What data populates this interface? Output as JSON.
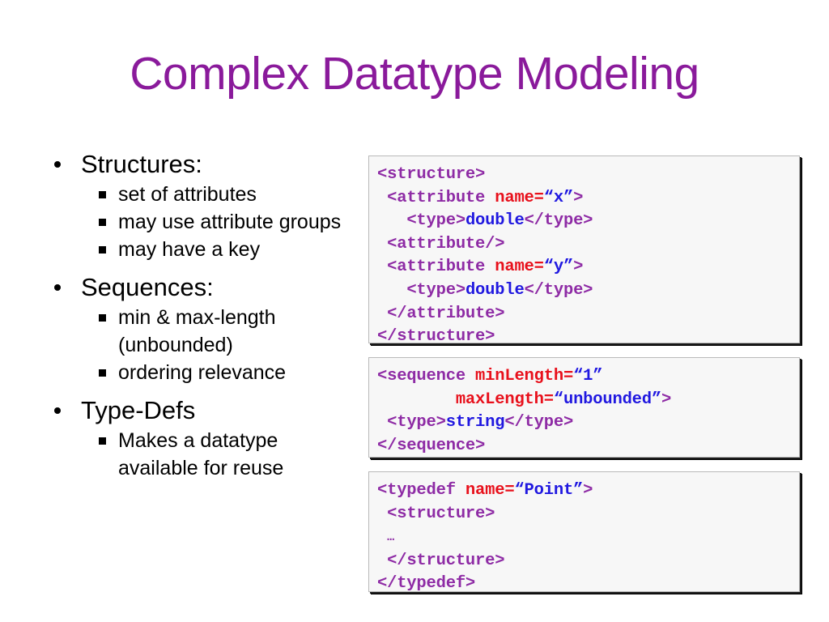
{
  "slide": {
    "title": "Complex Datatype Modeling",
    "title_color": "#8A1A9B",
    "background_color": "#ffffff"
  },
  "bullets": [
    {
      "label": "Structures:",
      "marker": "round-bullet",
      "sub": [
        {
          "label": "set of attributes",
          "marker": "square-bullet"
        },
        {
          "label": "may use attribute groups",
          "marker": "square-bullet"
        },
        {
          "label": "may have a key",
          "marker": "square-bullet"
        }
      ]
    },
    {
      "label": "Sequences:",
      "marker": "round-bullet",
      "sub": [
        {
          "label": "min & max-length (unbounded)",
          "marker": "square-bullet"
        },
        {
          "label": "ordering relevance",
          "marker": "square-bullet"
        }
      ]
    },
    {
      "label": "Type-Defs",
      "marker": "round-bullet",
      "sub": [
        {
          "label": "Makes a datatype available for reuse",
          "marker": "square-bullet"
        }
      ]
    }
  ],
  "code_colors": {
    "tag": "#8E2BA5",
    "attribute_name": "#E8101B",
    "value": "#2018E0",
    "text_content": "#2018E0",
    "box_background": "#F7F7F7",
    "box_border": "#000000"
  },
  "code_boxes": [
    {
      "name": "structure-example",
      "lines": [
        {
          "indent": 0,
          "parts": [
            {
              "t": "tag",
              "s": "<structure>"
            }
          ]
        },
        {
          "indent": 1,
          "parts": [
            {
              "t": "tag",
              "s": "<attribute "
            },
            {
              "t": "attr",
              "s": "name="
            },
            {
              "t": "val",
              "s": "“x”"
            },
            {
              "t": "tag",
              "s": ">"
            }
          ]
        },
        {
          "indent": 3,
          "parts": [
            {
              "t": "tag",
              "s": "<type>"
            },
            {
              "t": "txt",
              "s": "double"
            },
            {
              "t": "tag",
              "s": "</type>"
            }
          ]
        },
        {
          "indent": 1,
          "parts": [
            {
              "t": "tag",
              "s": "<attribute/>"
            }
          ]
        },
        {
          "indent": 1,
          "parts": [
            {
              "t": "tag",
              "s": "<attribute "
            },
            {
              "t": "attr",
              "s": "name="
            },
            {
              "t": "val",
              "s": "“y”"
            },
            {
              "t": "tag",
              "s": ">"
            }
          ]
        },
        {
          "indent": 3,
          "parts": [
            {
              "t": "tag",
              "s": "<type>"
            },
            {
              "t": "txt",
              "s": "double"
            },
            {
              "t": "tag",
              "s": "</type>"
            }
          ]
        },
        {
          "indent": 1,
          "parts": [
            {
              "t": "tag",
              "s": "</attribute>"
            }
          ]
        },
        {
          "indent": 0,
          "parts": [
            {
              "t": "tag",
              "s": "</structure>"
            }
          ]
        }
      ]
    },
    {
      "name": "sequence-example",
      "lines": [
        {
          "indent": 0,
          "parts": [
            {
              "t": "tag",
              "s": "<sequence "
            },
            {
              "t": "attr",
              "s": "minLength="
            },
            {
              "t": "val",
              "s": "“1”"
            }
          ]
        },
        {
          "indent": 8,
          "parts": [
            {
              "t": "attr",
              "s": "maxLength="
            },
            {
              "t": "val",
              "s": "“unbounded”"
            },
            {
              "t": "tag",
              "s": ">"
            }
          ]
        },
        {
          "indent": 1,
          "parts": [
            {
              "t": "tag",
              "s": "<type>"
            },
            {
              "t": "txt",
              "s": "string"
            },
            {
              "t": "tag",
              "s": "</type>"
            }
          ]
        },
        {
          "indent": 0,
          "parts": [
            {
              "t": "tag",
              "s": "</sequence>"
            }
          ]
        }
      ]
    },
    {
      "name": "typedef-example",
      "lines": [
        {
          "indent": 0,
          "parts": [
            {
              "t": "tag",
              "s": "<typedef "
            },
            {
              "t": "attr",
              "s": "name="
            },
            {
              "t": "val",
              "s": "“Point”"
            },
            {
              "t": "tag",
              "s": ">"
            }
          ]
        },
        {
          "indent": 1,
          "parts": [
            {
              "t": "tag",
              "s": "<structure>"
            }
          ]
        },
        {
          "indent": 1,
          "parts": [
            {
              "t": "ell",
              "s": "…"
            }
          ]
        },
        {
          "indent": 1,
          "parts": [
            {
              "t": "tag",
              "s": "</structure>"
            }
          ]
        },
        {
          "indent": 0,
          "parts": [
            {
              "t": "tag",
              "s": "</typedef>"
            }
          ]
        }
      ]
    }
  ]
}
